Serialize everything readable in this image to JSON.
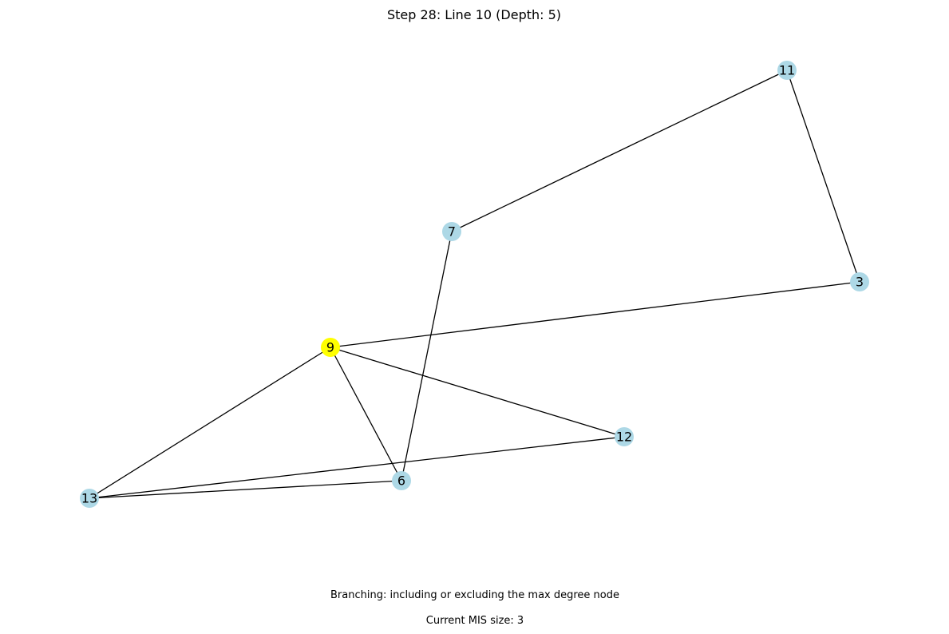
{
  "title": "Step 28: Line 10 (Depth: 5)",
  "caption_branching": "Branching: including or excluding the max degree node",
  "caption_mis": "Current MIS size: 3",
  "colors": {
    "default_node": "#add8e6",
    "highlight_node": "#ffff00",
    "edge": "#000000",
    "label": "#000000"
  },
  "graph": {
    "nodes": [
      {
        "id": "11",
        "state": "default"
      },
      {
        "id": "7",
        "state": "default"
      },
      {
        "id": "3",
        "state": "default"
      },
      {
        "id": "9",
        "state": "highlighted"
      },
      {
        "id": "12",
        "state": "default"
      },
      {
        "id": "6",
        "state": "default"
      },
      {
        "id": "13",
        "state": "default"
      }
    ],
    "edges": [
      [
        "11",
        "7"
      ],
      [
        "11",
        "3"
      ],
      [
        "7",
        "6"
      ],
      [
        "3",
        "9"
      ],
      [
        "9",
        "12"
      ],
      [
        "9",
        "6"
      ],
      [
        "9",
        "13"
      ],
      [
        "12",
        "13"
      ],
      [
        "6",
        "13"
      ]
    ]
  }
}
